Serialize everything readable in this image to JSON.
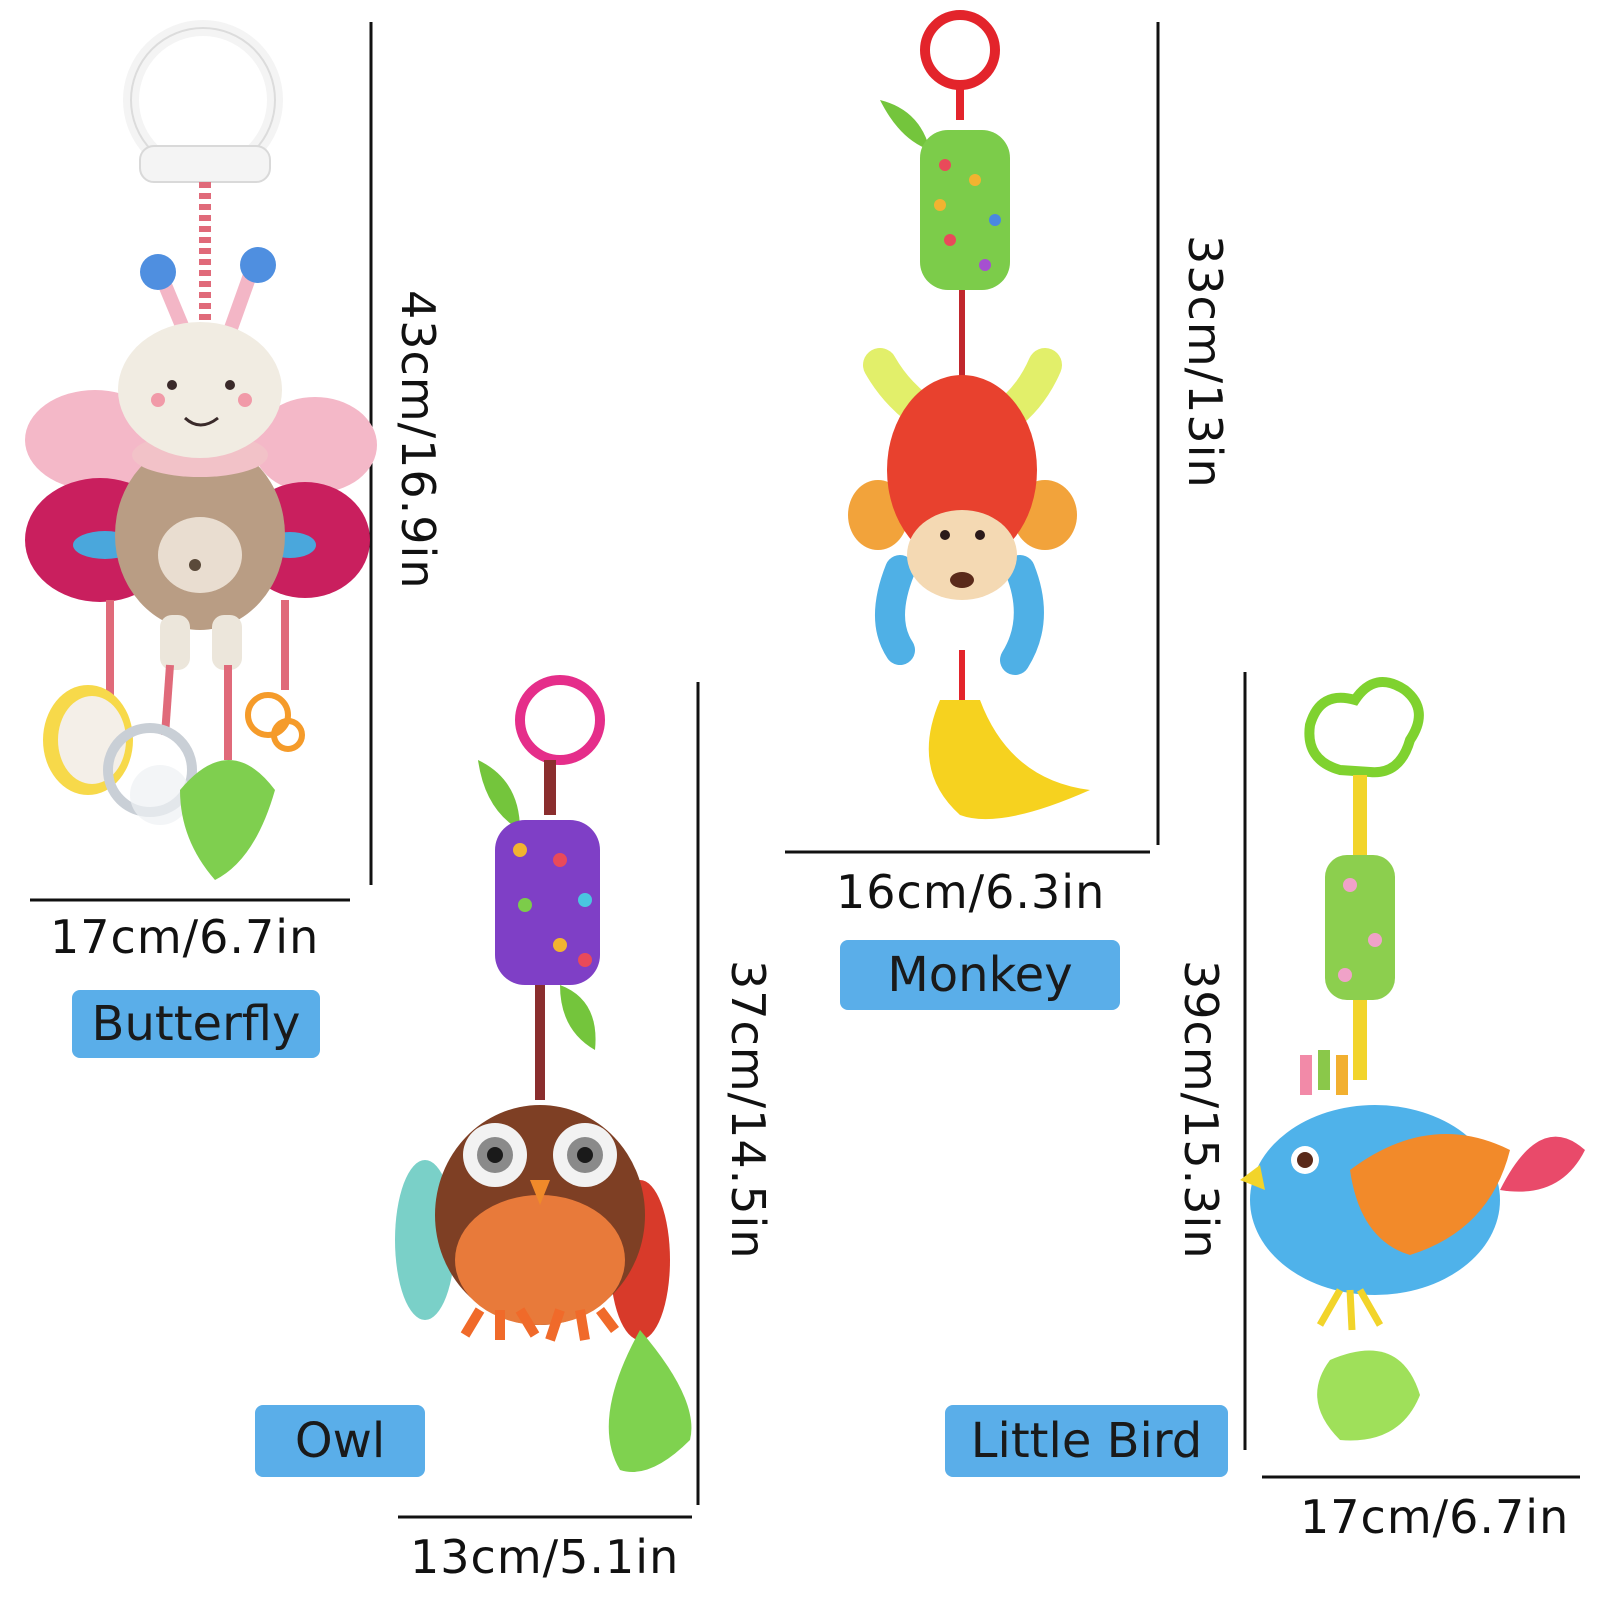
{
  "products": [
    {
      "name": "Butterfly",
      "height_label": "43cm/16.9in",
      "width_label": "17cm/6.7in"
    },
    {
      "name": "Owl",
      "height_label": "37cm/14.5in",
      "width_label": "13cm/5.1in"
    },
    {
      "name": "Monkey",
      "height_label": "33cm/13in",
      "width_label": "16cm/6.3in"
    },
    {
      "name": "Little Bird",
      "height_label": "39cm/15.3in",
      "width_label": "17cm/6.7in"
    }
  ],
  "colors": {
    "badge": "#5aaee9",
    "rule": "#111111"
  }
}
